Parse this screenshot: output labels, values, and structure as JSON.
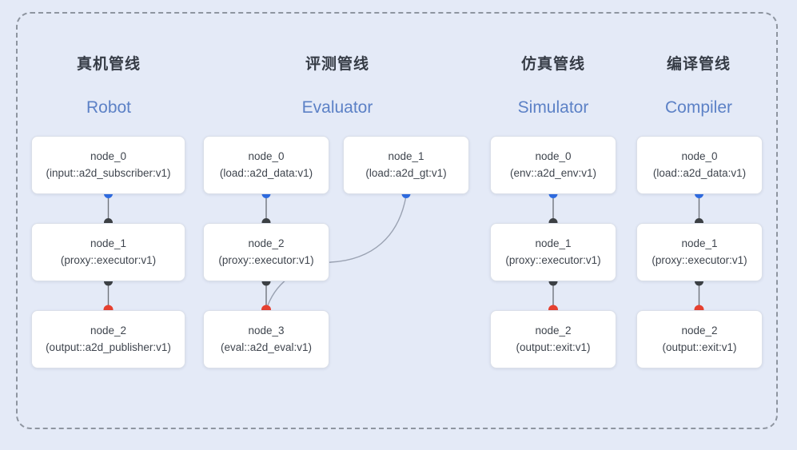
{
  "colors": {
    "background": "#e4eaf7",
    "box_bg": "#ffffff",
    "box_border": "#dadfe9",
    "node_text": "#3f454e",
    "title_zh": "#363c46",
    "title_en": "#5c81c6",
    "port_blue": "#2e6ce2",
    "port_dark": "#3c4044",
    "port_red": "#e64030",
    "link": "#70757d",
    "curve": "#9aa2b2",
    "frame": "#8e95a0"
  },
  "pipelines": [
    {
      "id": "robot",
      "title_zh": "真机管线",
      "title_en": "Robot",
      "nodes": [
        {
          "name": "node_0",
          "type": "(input::a2d_subscriber:v1)"
        },
        {
          "name": "node_1",
          "type": "(proxy::executor:v1)"
        },
        {
          "name": "node_2",
          "type": "(output::a2d_publisher:v1)"
        }
      ]
    },
    {
      "id": "evaluator",
      "title_zh": "评测管线",
      "title_en": "Evaluator",
      "nodes": [
        {
          "name": "node_0",
          "type": "(load::a2d_data:v1)"
        },
        {
          "name": "node_1",
          "type": "(load::a2d_gt:v1)"
        },
        {
          "name": "node_2",
          "type": "(proxy::executor:v1)"
        },
        {
          "name": "node_3",
          "type": "(eval::a2d_eval:v1)"
        }
      ]
    },
    {
      "id": "simulator",
      "title_zh": "仿真管线",
      "title_en": "Simulator",
      "nodes": [
        {
          "name": "node_0",
          "type": "(env::a2d_env:v1)"
        },
        {
          "name": "node_1",
          "type": "(proxy::executor:v1)"
        },
        {
          "name": "node_2",
          "type": "(output::exit:v1)"
        }
      ]
    },
    {
      "id": "compiler",
      "title_zh": "编译管线",
      "title_en": "Compiler",
      "nodes": [
        {
          "name": "node_0",
          "type": "(load::a2d_data:v1)"
        },
        {
          "name": "node_1",
          "type": "(proxy::executor:v1)"
        },
        {
          "name": "node_2",
          "type": "(output::exit:v1)"
        }
      ]
    }
  ]
}
